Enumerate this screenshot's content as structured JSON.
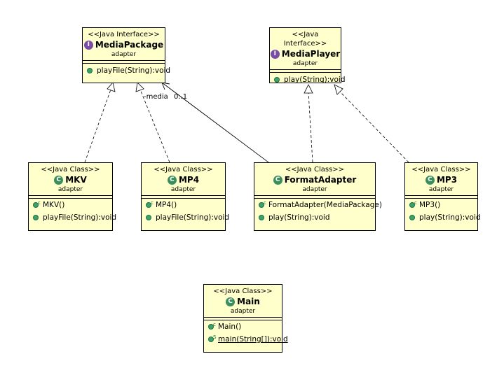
{
  "nodes": {
    "media_package": {
      "stereotype": "<<Java Interface>>",
      "name": "MediaPackage",
      "kind_icon": "interface-icon",
      "badge": "I",
      "package": "adapter",
      "members": [
        "playFile(String):void"
      ]
    },
    "media_player": {
      "stereotype": "<<Java Interface>>",
      "name": "MediaPlayer",
      "kind_icon": "interface-icon",
      "badge": "I",
      "package": "adapter",
      "members": [
        "play(String):void"
      ]
    },
    "mkv": {
      "stereotype": "<<Java Class>>",
      "name": "MKV",
      "kind_icon": "class-icon",
      "badge": "C",
      "package": "adapter",
      "ctor_marker": "c",
      "members": [
        "MKV()",
        "playFile(String):void"
      ]
    },
    "mp4": {
      "stereotype": "<<Java Class>>",
      "name": "MP4",
      "kind_icon": "class-icon",
      "badge": "C",
      "package": "adapter",
      "ctor_marker": "c",
      "members": [
        "MP4()",
        "playFile(String):void"
      ]
    },
    "format_adapter": {
      "stereotype": "<<Java Class>>",
      "name": "FormatAdapter",
      "kind_icon": "class-icon",
      "badge": "C",
      "package": "adapter",
      "ctor_marker": "c",
      "members": [
        "FormatAdapter(MediaPackage)",
        "play(String):void"
      ]
    },
    "mp3": {
      "stereotype": "<<Java Class>>",
      "name": "MP3",
      "kind_icon": "class-icon",
      "badge": "C",
      "package": "adapter",
      "ctor_marker": "c",
      "members": [
        "MP3()",
        "play(String):void"
      ]
    },
    "main": {
      "stereotype": "<<Java Class>>",
      "name": "Main",
      "kind_icon": "class-icon",
      "badge": "C",
      "package": "adapter",
      "ctor_marker": "c",
      "static_marker": "S",
      "members": [
        "Main()",
        "main(String[]):void"
      ]
    }
  },
  "edges": [
    {
      "from": "mkv",
      "to": "media_package",
      "type": "realization"
    },
    {
      "from": "mp4",
      "to": "media_package",
      "type": "realization"
    },
    {
      "from": "format_adapter",
      "to": "media_package",
      "type": "association"
    },
    {
      "from": "format_adapter",
      "to": "media_player",
      "type": "realization"
    },
    {
      "from": "mp3",
      "to": "media_player",
      "type": "realization"
    }
  ],
  "association_labels": {
    "role": "-media",
    "multiplicity": "0..1"
  }
}
